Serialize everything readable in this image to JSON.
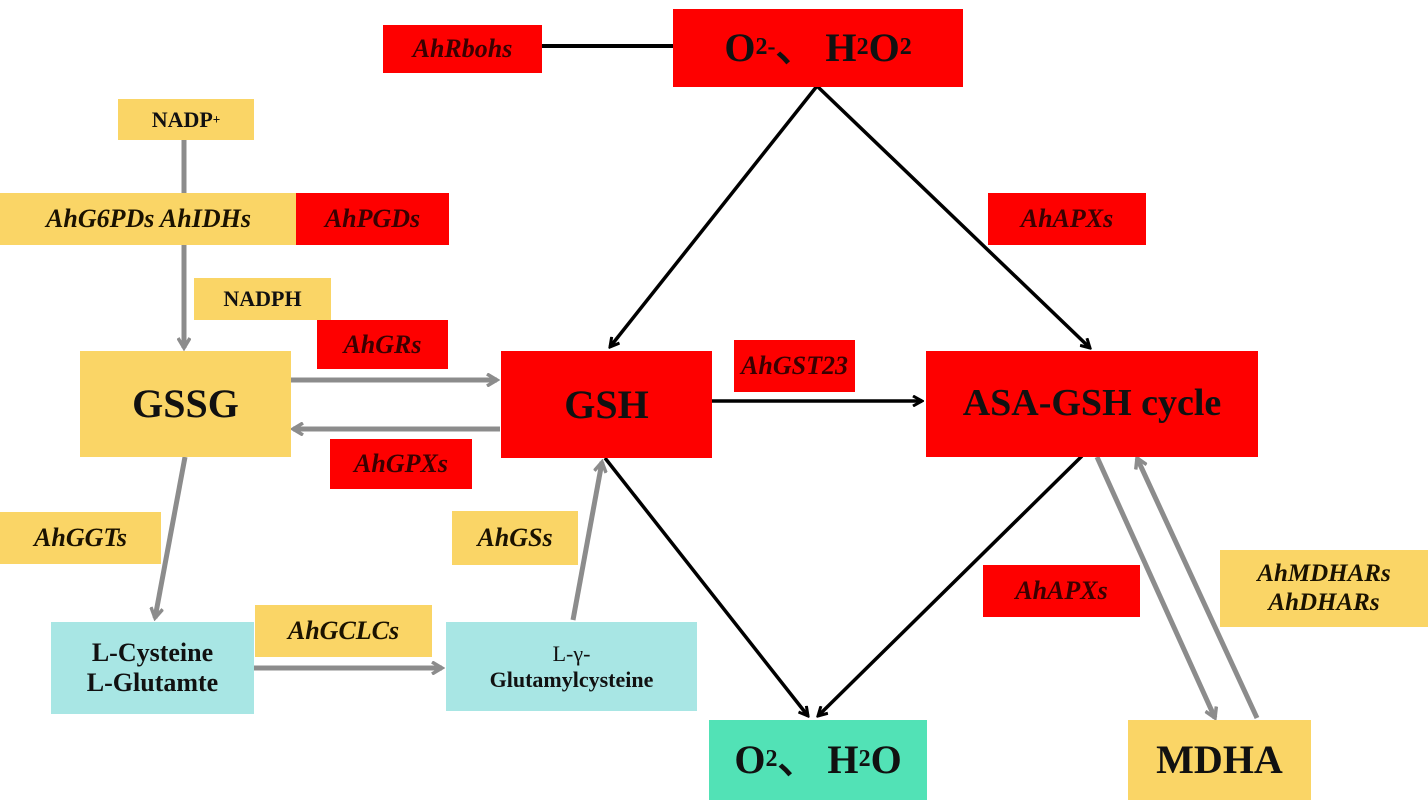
{
  "diagram": {
    "colors": {
      "red": "#fe0000",
      "yellow": "#fad566",
      "cyan": "#a8e6e4",
      "green": "#52e2b6",
      "black_arrow": "#000000",
      "gray_arrow": "#8c8c8c"
    },
    "nodes": {
      "ros": {
        "parts": [
          "O",
          "2",
          "-",
          " 、 H",
          "2",
          "O",
          "2"
        ]
      },
      "gsh": "GSH",
      "gssg": "GSSG",
      "asa_gsh": "ASA-GSH cycle",
      "o2_h2o": {
        "parts": [
          "O",
          "2",
          "、 H",
          "2",
          "O"
        ]
      },
      "mdha": "MDHA",
      "nadp": {
        "base": "NADP",
        "sup": "+"
      },
      "nadph": "NADPH",
      "cys_glu": {
        "line1": "L-Cysteine",
        "line2": "L-Glutamte"
      },
      "gamma_glu_cys": {
        "line1": "L-γ-",
        "line2": "Glutamylcysteine"
      }
    },
    "genes": {
      "rbohs": "AhRbohs",
      "g6pds_idhs": "AhG6PDs AhIDHs",
      "pgds": "AhPGDs",
      "apxs_top": "AhAPXs",
      "grs": "AhGRs",
      "gst23": "AhGST23",
      "gpxs": "AhGPXs",
      "ggts": "AhGGTs",
      "gss": "AhGSs",
      "gclcs": "AhGCLCs",
      "apxs_bottom": "AhAPXs",
      "mdhars": "AhMDHARs",
      "dhars": "AhDHARs"
    },
    "edges": [
      {
        "from": "AhRbohs",
        "to": "O2-/H2O2",
        "color": "black"
      },
      {
        "from": "O2-/H2O2",
        "to": "GSH",
        "color": "black"
      },
      {
        "from": "O2-/H2O2",
        "to": "ASA-GSH cycle",
        "color": "black",
        "enzyme": "AhAPXs"
      },
      {
        "from": "GSH",
        "to": "ASA-GSH cycle",
        "color": "black",
        "enzyme": "AhGST23"
      },
      {
        "from": "GSH",
        "to": "O2/H2O",
        "color": "black"
      },
      {
        "from": "ASA-GSH cycle",
        "to": "O2/H2O",
        "color": "black",
        "enzyme": "AhAPXs"
      },
      {
        "from": "NADP+",
        "to": "GSSG",
        "color": "gray",
        "enzyme": "AhG6PDs AhIDHs AhPGDs",
        "via": "NADPH"
      },
      {
        "from": "GSSG",
        "to": "GSH",
        "color": "gray",
        "enzyme": "AhGRs"
      },
      {
        "from": "GSH",
        "to": "GSSG",
        "color": "gray",
        "enzyme": "AhGPXs"
      },
      {
        "from": "GSSG",
        "to": "L-Cysteine/L-Glutamte",
        "color": "gray",
        "enzyme": "AhGGTs"
      },
      {
        "from": "L-Cysteine/L-Glutamte",
        "to": "L-γ-Glutamylcysteine",
        "color": "gray",
        "enzyme": "AhGCLCs"
      },
      {
        "from": "L-γ-Glutamylcysteine",
        "to": "GSH",
        "color": "gray",
        "enzyme": "AhGSs"
      },
      {
        "from": "ASA-GSH cycle",
        "to": "MDHA",
        "color": "gray"
      },
      {
        "from": "MDHA",
        "to": "ASA-GSH cycle",
        "color": "gray",
        "enzyme": "AhMDHARs AhDHARs"
      }
    ]
  }
}
